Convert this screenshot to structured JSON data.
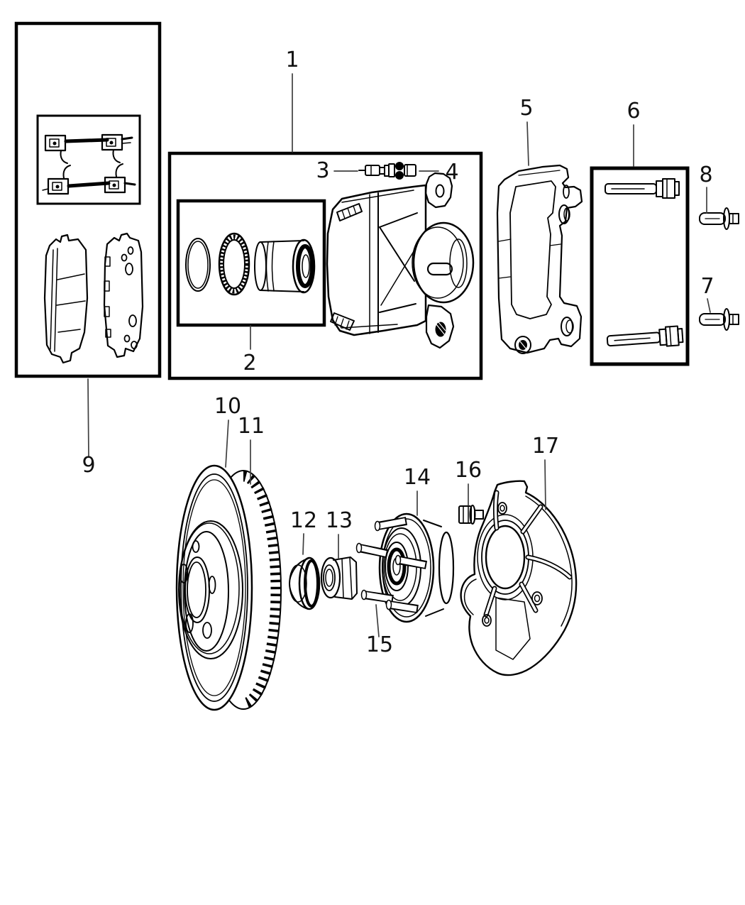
{
  "colors": {
    "ink": "#000000",
    "leader": "#3f3f3f",
    "background": "#ffffff"
  },
  "callouts": [
    {
      "num": "1",
      "part": "disc-brake-caliper-assembly"
    },
    {
      "num": "2",
      "part": "caliper-piston-and-seal-kit"
    },
    {
      "num": "3",
      "part": "bleeder-screw"
    },
    {
      "num": "4",
      "part": "bleeder-screw-cap"
    },
    {
      "num": "5",
      "part": "caliper-adapter-bracket"
    },
    {
      "num": "6",
      "part": "caliper-guide-pin-kit"
    },
    {
      "num": "7",
      "part": "adapter-mounting-bolt"
    },
    {
      "num": "8",
      "part": "adapter-mounting-bolt"
    },
    {
      "num": "9",
      "part": "disc-brake-pad-kit"
    },
    {
      "num": "10",
      "part": "brake-rotor"
    },
    {
      "num": "11",
      "part": "brake-rotor-vented-section"
    },
    {
      "num": "12",
      "part": "hub-dust-cap"
    },
    {
      "num": "13",
      "part": "hub-nut"
    },
    {
      "num": "14",
      "part": "hub-and-bearing-assembly"
    },
    {
      "num": "15",
      "part": "wheel-stud"
    },
    {
      "num": "16",
      "part": "splash-shield-bolt"
    },
    {
      "num": "17",
      "part": "brake-splash-shield"
    }
  ]
}
